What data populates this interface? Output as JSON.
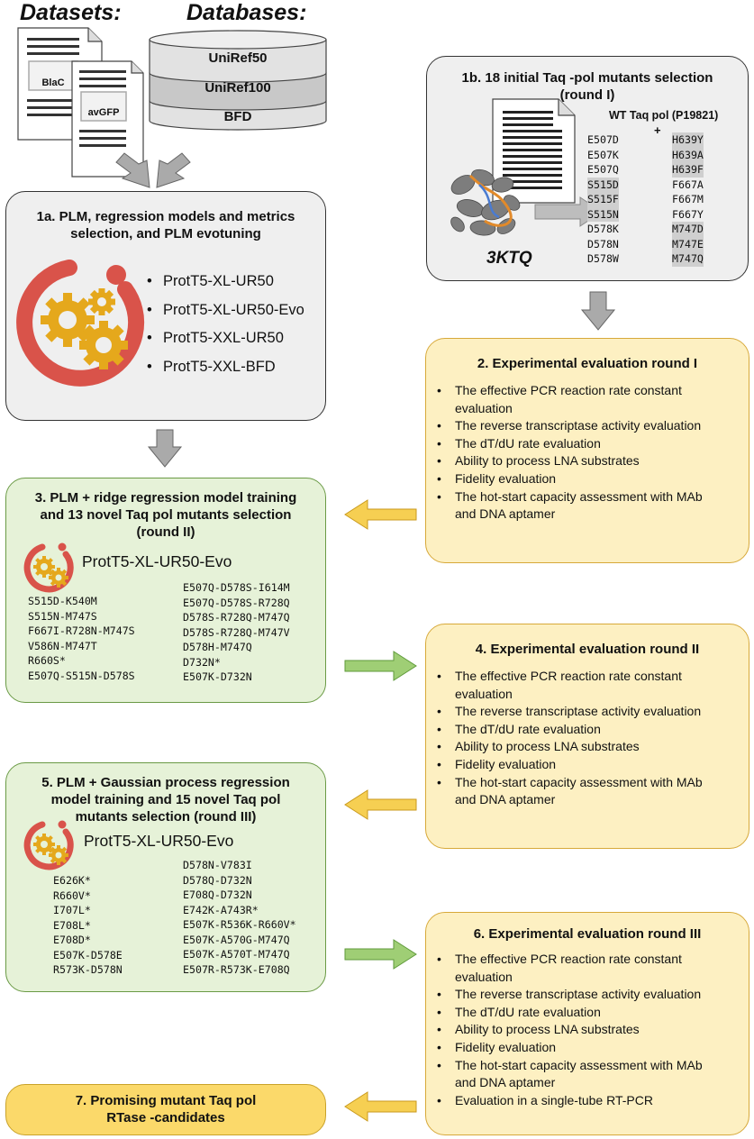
{
  "headers": {
    "datasets": "Datasets:",
    "databases": "Databases:"
  },
  "datasets": [
    "BlaC",
    "avGFP"
  ],
  "databases": [
    "UniRef50",
    "UniRef100",
    "BFD"
  ],
  "step1a": {
    "title_line1": "1a. PLM, regression models and metrics",
    "title_line2": "selection, and PLM  evotuning",
    "models": [
      "ProtT5-XL-UR50",
      "ProtT5-XL-UR50-Evo",
      "ProtT5-XXL-UR50",
      "ProtT5-XXL-BFD"
    ]
  },
  "step1b": {
    "title_line1": "1b. 18 initial Taq -pol mutants selection",
    "title_line2": "(round I)",
    "wt_label": "WT Taq pol (P19821)",
    "plus": "+",
    "structure_label": "3KTQ",
    "mutants_left": [
      "E507D",
      "E507K",
      "E507Q",
      "S515D",
      "S515F",
      "S515N",
      "D578K",
      "D578N",
      "D578W"
    ],
    "mutants_right": [
      "H639Y",
      "H639A",
      "H639F",
      "F667A",
      "F667M",
      "F667Y",
      "M747D",
      "M747E",
      "M747Q"
    ]
  },
  "step2": {
    "title": "2. Experimental evaluation  round I",
    "items": [
      [
        "The effective PCR reaction rate constant",
        "evaluation"
      ],
      [
        "The reverse transcriptase activity evaluation"
      ],
      [
        "The dT/dU rate evaluation"
      ],
      [
        "Ability to process LNA substrates"
      ],
      [
        "Fidelity evaluation"
      ],
      [
        "The hot-start capacity assessment with MAb",
        "and DNA aptamer"
      ]
    ]
  },
  "step3": {
    "title_line1": "3. PLM + ridge regression model training",
    "title_line2": "and 13 novel Taq pol mutants selection",
    "title_line3": "(round II)",
    "model": "ProtT5-XL-UR50-Evo",
    "mutants_left": [
      "S515D-K540M",
      "S515N-M747S",
      "F667I-R728N-M747S",
      "V586N-M747T",
      "R660S*",
      "E507Q-S515N-D578S"
    ],
    "mutants_right": [
      "E507Q-D578S-I614M",
      "E507Q-D578S-R728Q",
      "D578S-R728Q-M747Q",
      "D578S-R728Q-M747V",
      "D578H-M747Q",
      "D732N*",
      "E507K-D732N"
    ]
  },
  "step4": {
    "title": "4. Experimental evaluation round II",
    "items": [
      [
        "The effective PCR reaction rate constant",
        "evaluation"
      ],
      [
        "The reverse transcriptase activity evaluation"
      ],
      [
        "The dT/dU rate evaluation"
      ],
      [
        "Ability to process LNA substrates"
      ],
      [
        "Fidelity evaluation"
      ],
      [
        "The hot-start capacity assessment with MAb",
        "and DNA aptamer"
      ]
    ]
  },
  "step5": {
    "title_line1": "5. PLM + Gaussian process regression",
    "title_line2": "model training and 15 novel Taq pol",
    "title_line3": "mutants selection (round III)",
    "model": "ProtT5-XL-UR50-Evo",
    "mutants_left": [
      "E626K*",
      "R660V*",
      "I707L*",
      "E708L*",
      "E708D*",
      "E507K-D578E",
      "R573K-D578N"
    ],
    "mutants_right": [
      "D578N-V783I",
      "D578Q-D732N",
      "E708Q-D732N",
      "E742K-A743R*",
      "E507K-R536K-R660V*",
      "E507K-A570G-M747Q",
      "E507K-A570T-M747Q",
      "E507R-R573K-E708Q"
    ]
  },
  "step6": {
    "title": "6. Experimental evaluation round III",
    "items": [
      [
        "The effective PCR reaction rate constant",
        "evaluation"
      ],
      [
        "The reverse transcriptase activity evaluation"
      ],
      [
        "The dT/dU rate evaluation"
      ],
      [
        "Ability to process LNA substrates"
      ],
      [
        "Fidelity evaluation"
      ],
      [
        "The hot-start capacity assessment with MAb",
        "and DNA aptamer"
      ],
      [
        "Evaluation in a single-tube RT-PCR"
      ]
    ]
  },
  "step7": {
    "title_line1": "7. Promising mutant Taq pol",
    "title_line2": "RTase -candidates"
  },
  "colors": {
    "gray_arrow": "#aaaaaa",
    "yellow_arrow": "#f6cf52",
    "green_arrow": "#9fce75",
    "logo": "#d9534a",
    "gear": "#e5a81c"
  }
}
